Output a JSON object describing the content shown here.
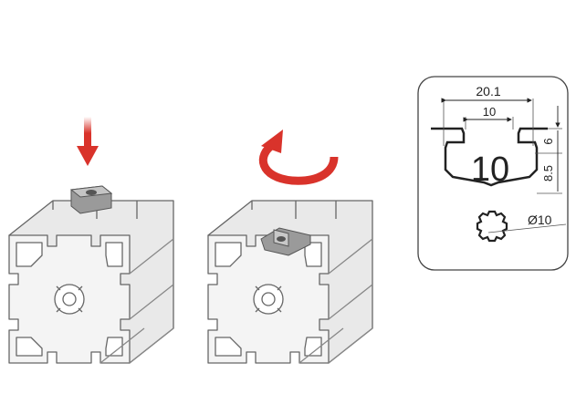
{
  "colors": {
    "arrow": "#d9332b",
    "line": "#555555",
    "face": "#f2f2f2",
    "nut": "#8a8a8a"
  },
  "icons": [
    "down-arrow-icon",
    "rotate-arrow-icon"
  ],
  "dimensions": {
    "width_outer": "20.1",
    "width_slot": "10",
    "slot_label": "10",
    "depth_top": "6",
    "depth_bottom": "8.5",
    "bore_diameter": "Ø10"
  }
}
